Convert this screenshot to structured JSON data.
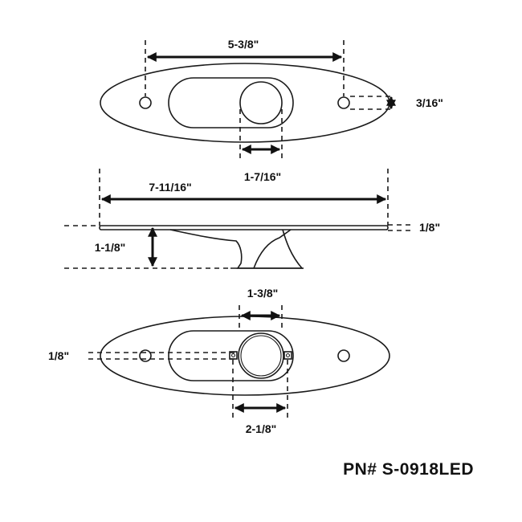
{
  "top_view": {
    "width_dim": "5-3/8\"",
    "hole_dim": "3/16\"",
    "lens_dim": "1-7/16\""
  },
  "side_view": {
    "length_dim": "7-11/16\"",
    "height_dim": "1-1/8\"",
    "thickness_dim": "1/8\""
  },
  "bottom_view": {
    "circle_dim": "1-3/8\"",
    "tab_dim": "2-1/8\"",
    "offset_dim": "1/8\""
  },
  "part_number": "PN# S-0918LED",
  "colors": {
    "line": "#1a1a1a",
    "background": "#ffffff"
  }
}
